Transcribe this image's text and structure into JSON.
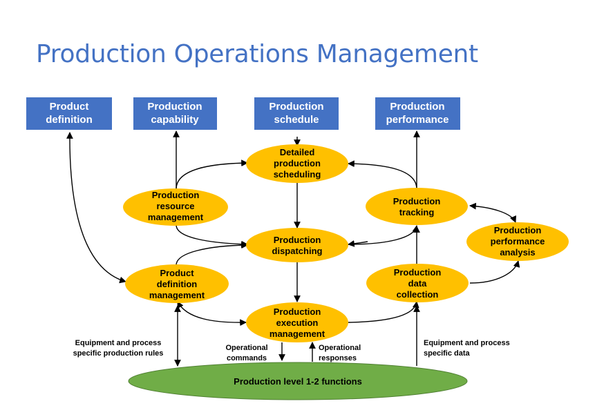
{
  "title": "Production Operations Management",
  "colors": {
    "box": "#4472c4",
    "ellipse": "#ffc000",
    "base": "#70ad47",
    "title": "#4472c4"
  },
  "boxes": {
    "product_definition": [
      "Product",
      "definition"
    ],
    "production_capability": [
      "Production",
      "capability"
    ],
    "production_schedule": [
      "Production",
      "schedule"
    ],
    "production_performance": [
      "Production",
      "performance"
    ]
  },
  "activities": {
    "detailed_scheduling": [
      "Detailed",
      "production",
      "scheduling"
    ],
    "resource_management": [
      "Production",
      "resource",
      "management"
    ],
    "tracking": [
      "Production",
      "tracking"
    ],
    "dispatching": [
      "Production",
      "dispatching"
    ],
    "performance_analysis": [
      "Production",
      "performance",
      "analysis"
    ],
    "definition_management": [
      "Product",
      "definition",
      "management"
    ],
    "data_collection": [
      "Production",
      "data",
      "collection"
    ],
    "execution_management": [
      "Production",
      "execution",
      "management"
    ]
  },
  "base": "Production level 1-2 functions",
  "labels": {
    "rules": [
      "Equipment and process",
      "specific production rules"
    ],
    "commands": [
      "Operational",
      "commands"
    ],
    "responses": [
      "Operational",
      "responses"
    ],
    "specific_data": [
      "Equipment and process",
      "specific data"
    ]
  }
}
